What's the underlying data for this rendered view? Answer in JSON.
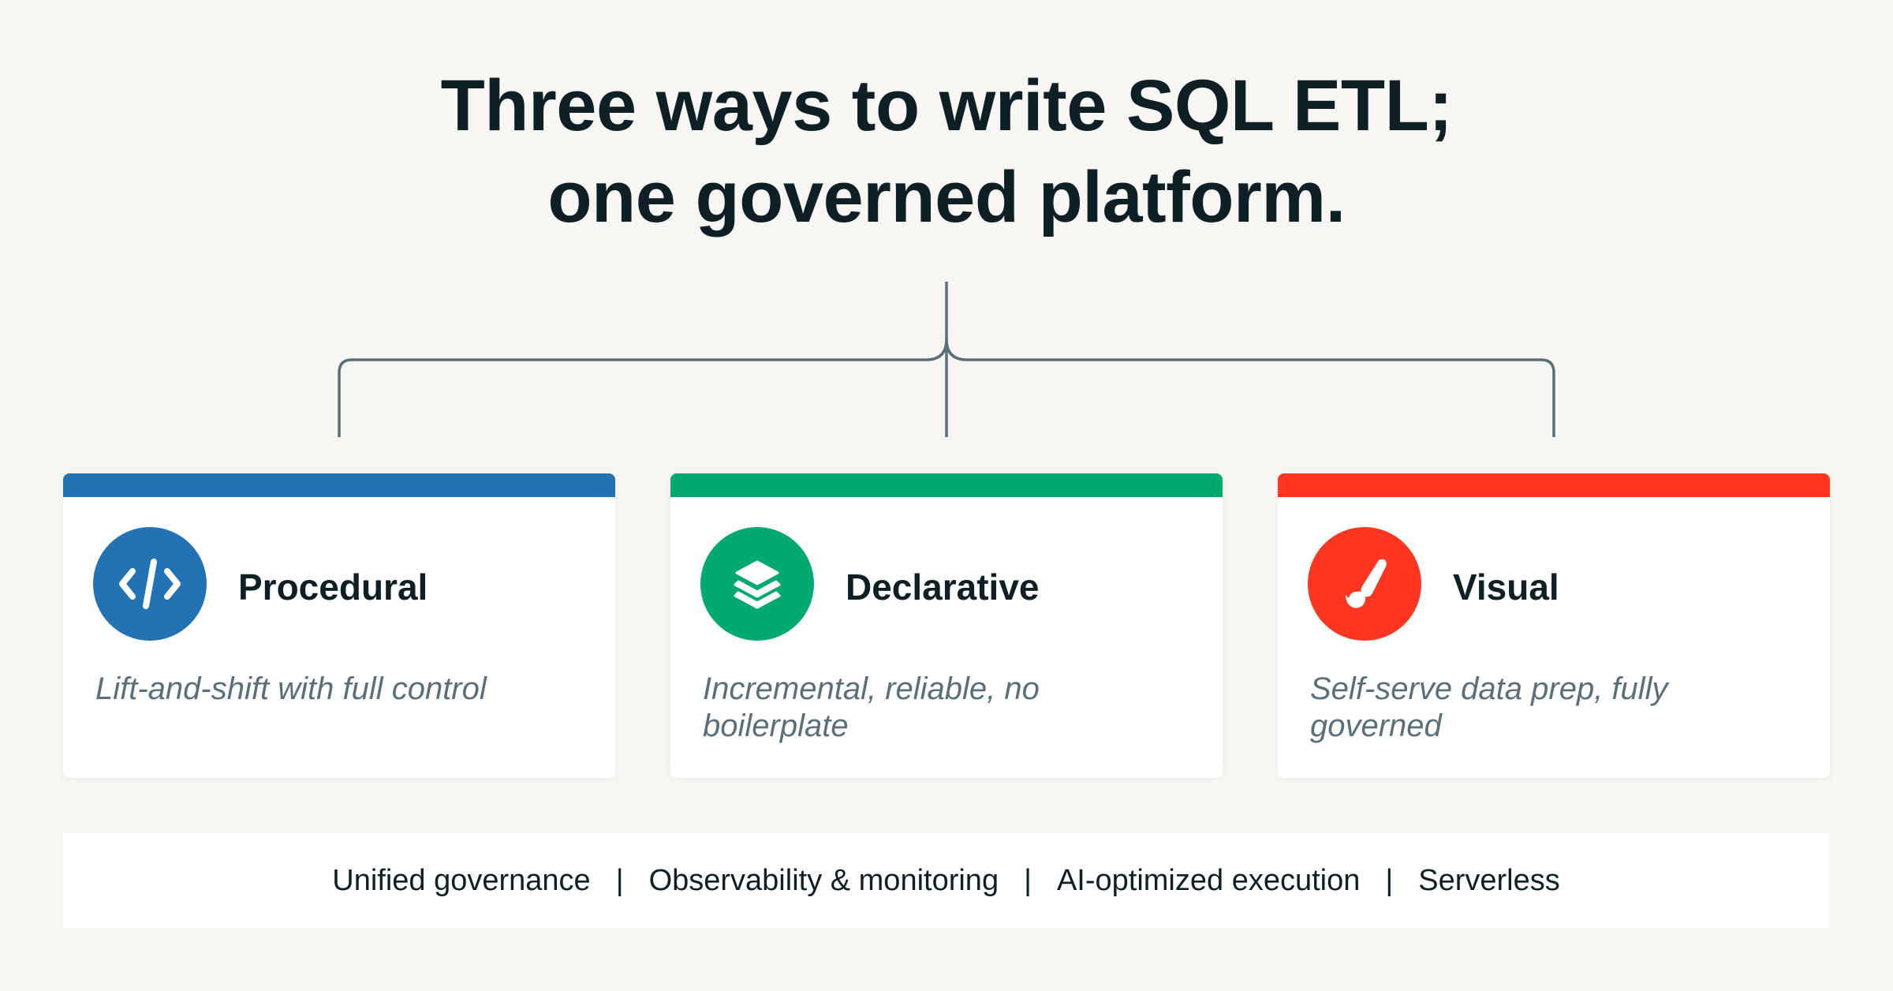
{
  "title": {
    "line1": "Three ways to write SQL ETL;",
    "line2": "one governed platform."
  },
  "colors": {
    "background": "#F7F6F3",
    "text": "#0E2026",
    "muted": "#5A6F79",
    "connector": "#5A6F79",
    "procedural": "#2272B4",
    "declarative": "#00A972",
    "visual": "#FF3621"
  },
  "cards": [
    {
      "title": "Procedural",
      "description": "Lift-and-shift with full control",
      "icon": "code-icon",
      "color": "#2272B4"
    },
    {
      "title": "Declarative",
      "description": "Incremental, reliable, no boilerplate",
      "icon": "layers-icon",
      "color": "#00A972"
    },
    {
      "title": "Visual",
      "description": "Self-serve data prep, fully governed",
      "icon": "paintbrush-icon",
      "color": "#FF3621"
    }
  ],
  "footer": {
    "items": [
      "Unified governance",
      "Observability & monitoring",
      "AI-optimized execution",
      "Serverless"
    ],
    "separator": "|"
  }
}
